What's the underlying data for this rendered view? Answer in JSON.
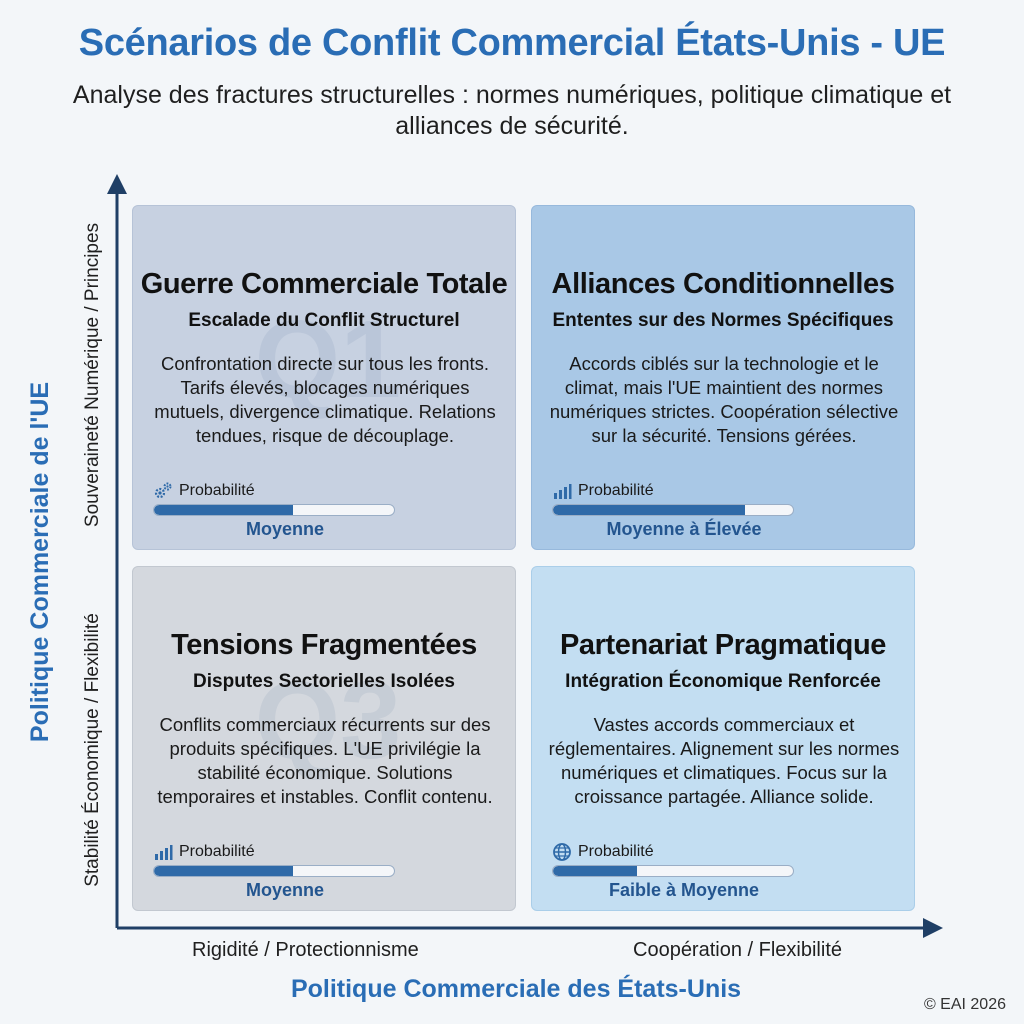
{
  "title": "Scénarios de Conflit Commercial États-Unis - UE",
  "subtitle": "Analyse des fractures structurelles : normes numériques, politique climatique et alliances de sécurité.",
  "y_axis": {
    "title": "Politique Commerciale de l'UE",
    "top_label": "Souveraineté Numérique / Principes",
    "bottom_label": "Stabilité Économique / Flexibilité"
  },
  "x_axis": {
    "title": "Politique Commerciale des États-Unis",
    "left_label": "Rigidité / Protectionnisme",
    "right_label": "Coopération / Flexibilité"
  },
  "copyright": "© EAI 2026",
  "quadrants": [
    {
      "watermark": "Q1",
      "title": "Guerre Commerciale Totale",
      "subtitle": "Escalade du Conflit Structurel",
      "description": "Confrontation directe sur tous les fronts. Tarifs élevés, blocages numériques mutuels, divergence climatique. Relations tendues, risque de découplage.",
      "probability_label": "Probabilité",
      "probability_icon": "gears-icon",
      "probability_fraction": 0.58,
      "level": "Moyenne"
    },
    {
      "watermark": "",
      "title": "Alliances Conditionnelles",
      "subtitle": "Ententes sur des Normes Spécifiques",
      "description": "Accords ciblés sur la technologie et le climat, mais l'UE maintient des normes numériques strictes. Coopération sélective sur la sécurité. Tensions gérées.",
      "probability_label": "Probabilité",
      "probability_icon": "bar-chart-icon",
      "probability_fraction": 0.8,
      "level": "Moyenne à Élevée"
    },
    {
      "watermark": "Q3",
      "title": "Tensions Fragmentées",
      "subtitle": "Disputes Sectorielles Isolées",
      "description": "Conflits commerciaux récurrents sur des produits spécifiques. L'UE privilégie la stabilité économique. Solutions temporaires et instables. Conflit contenu.",
      "probability_label": "Probabilité",
      "probability_icon": "bar-chart-icon",
      "probability_fraction": 0.58,
      "level": "Moyenne"
    },
    {
      "watermark": "",
      "title": "Partenariat Pragmatique",
      "subtitle": "Intégration Économique Renforcée",
      "description": "Vastes accords commerciaux et réglementaires. Alignement sur les normes numériques et climatiques. Focus sur la croissance partagée. Alliance solide.",
      "probability_label": "Probabilité",
      "probability_icon": "globe-icon",
      "probability_fraction": 0.35,
      "level": "Faible à Moyenne"
    }
  ]
}
